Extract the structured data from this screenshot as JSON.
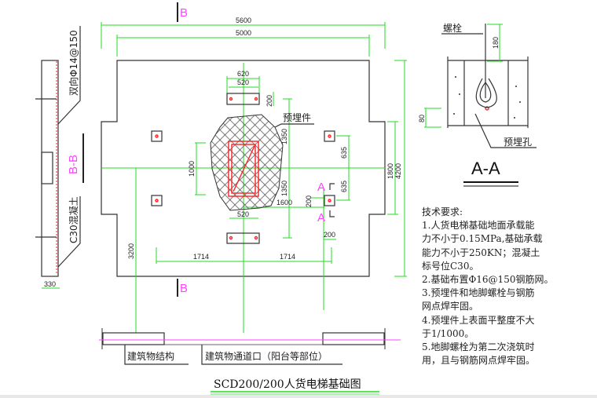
{
  "title": "SCD200/200人货电梯基础图",
  "section_markers": {
    "b": "B",
    "bb": "B-B",
    "a": "A",
    "aa": "A-A"
  },
  "dimensions": {
    "d5600": "5600",
    "d5000": "5000",
    "d620": "620",
    "d520_top": "520",
    "d200_top": "200",
    "d1350_top": "1350",
    "d1350_bottom": "1350",
    "d1000": "1000",
    "d635_top": "635",
    "d635_bottom": "635",
    "d1800": "1800",
    "d4200": "4200",
    "d1600": "1600",
    "d200_mid": "200",
    "d520_bottom": "520",
    "d200_bottom": "200",
    "d3200": "3200",
    "d1714_left": "1714",
    "d1714_right": "1714",
    "d330": "330",
    "d180": "180",
    "d80": "80"
  },
  "labels": {
    "embedded_part": "预埋件",
    "rebar_note": "双向Φ14@150",
    "concrete_note": "C30混凝土",
    "building_structure": "建筑物结构",
    "building_passage": "建筑物通道口（阳台等部位）",
    "bolt": "螺栓",
    "embedded_hole": "预埋孔"
  },
  "tech_requirements": {
    "heading": "技术要求:",
    "lines": [
      "1.人货电梯基础地面承载能",
      "力不小于0.15MPa,基础承载",
      "能力不小于250KN；混凝土",
      "标号位C30。",
      "2.基础布置Φ16@150钢筋网。",
      "3.预埋件和地脚螺栓与钢筋",
      "网点焊牢固。",
      "4.预埋件上表面平整度不大",
      "于1/1000。",
      "5.地脚螺栓为第二次浇筑时",
      "用，且与钢筋网点焊牢固。"
    ]
  }
}
